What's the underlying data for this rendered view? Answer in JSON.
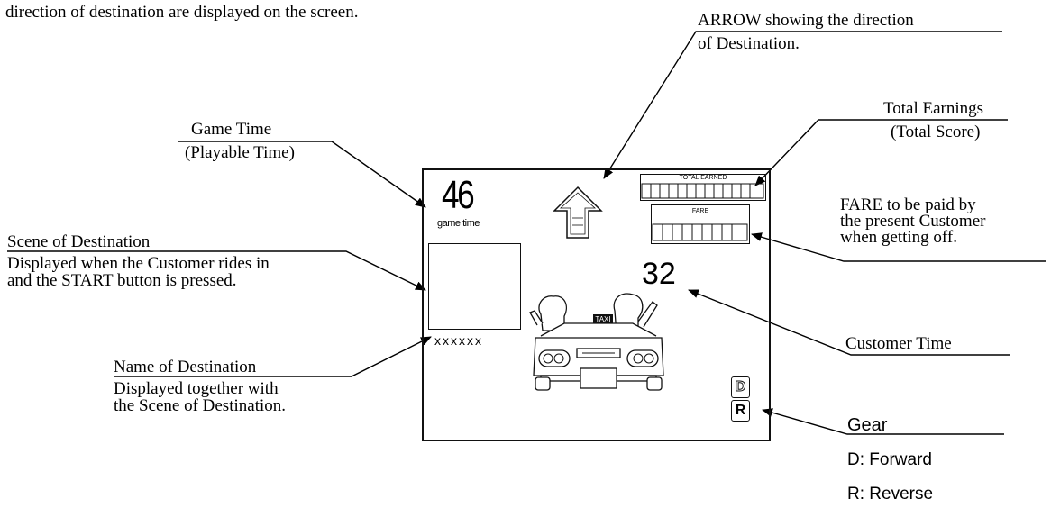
{
  "intro_fragment": "direction of destination are displayed on the screen.",
  "callouts": {
    "arrow": {
      "line1": "ARROW showing the direction",
      "line2": "of Destination."
    },
    "game_time": {
      "title": "Game  Time",
      "subtitle": "(Playable Time)"
    },
    "total_earnings": {
      "title": "Total Earnings",
      "subtitle": "(Total Score)"
    },
    "fare": {
      "line1": "FARE to be paid by",
      "line2": "the present Customer",
      "line3": "when getting off."
    },
    "scene": {
      "title": "Scene  of  Destination",
      "line1": "Displayed when the Customer rides in",
      "line2": "and the START button is pressed."
    },
    "customer_time": {
      "title": "Customer  Time"
    },
    "name": {
      "title": "Name  of  Destination",
      "line1": "Displayed together with",
      "line2": "the Scene of Destination."
    },
    "gear": {
      "title": "Gear",
      "forward": "D:  Forward",
      "reverse": "R:  Reverse"
    }
  },
  "screen": {
    "game_time_value": "46",
    "game_time_label": "game time",
    "total_earned_label": "TOTAL EARNED",
    "fare_label": "FARE",
    "customer_time_value": "32",
    "destination_name": "xxxxxx",
    "taxi_sign": "TAXI",
    "gear_d": "D",
    "gear_r": "R"
  },
  "icons": [
    "direction-arrow-icon",
    "taxi-car-icon",
    "gear-indicator-icon"
  ]
}
